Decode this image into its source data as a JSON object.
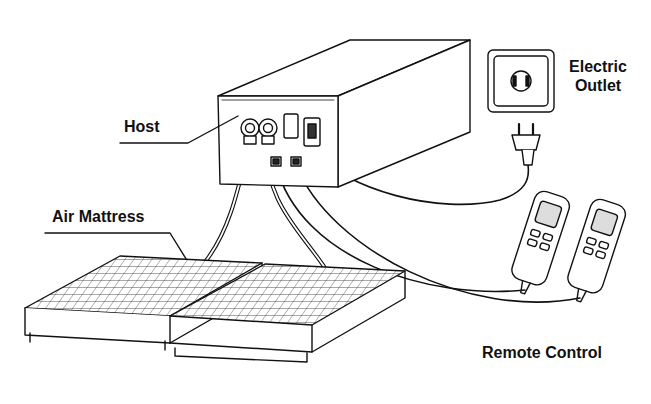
{
  "diagram": {
    "labels": [
      "Host",
      "Electric Outlet",
      "Air Mattress",
      "Remote Control"
    ]
  }
}
